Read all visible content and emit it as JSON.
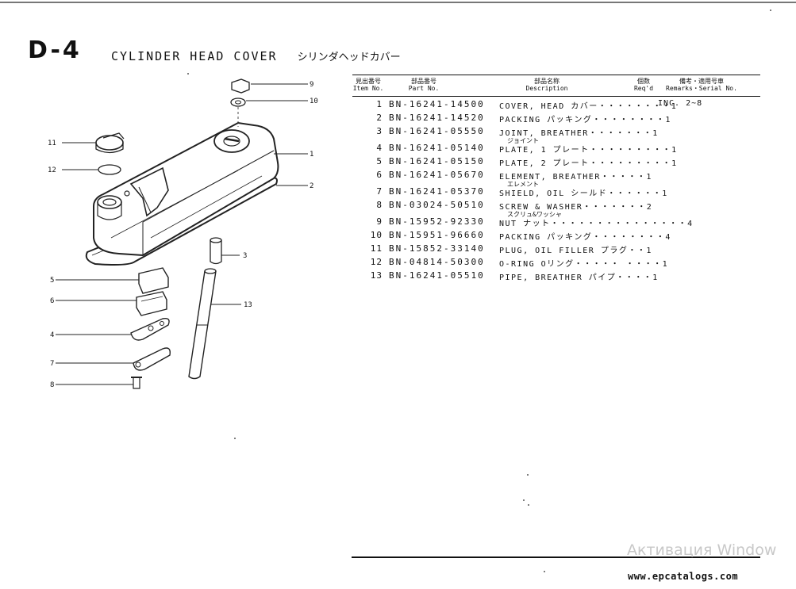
{
  "header": {
    "code": "D-4",
    "title": "CYLINDER HEAD COVER",
    "title_jp": "シリンダヘッドカバー"
  },
  "table": {
    "columns": {
      "item_jp": "見出番号",
      "item_en": "Item No.",
      "part_jp": "部品番号",
      "part_en": "Part No.",
      "desc_jp": "部品名称",
      "desc_en": "Description",
      "req_jp": "個数",
      "req_en": "Req'd",
      "rem_jp": "備考・適用号車",
      "rem_en": "Remarks・Serial No."
    },
    "rows": [
      {
        "item": "1",
        "part": "BN-16241-14500",
        "desc": "COVER, HEAD カバー・・・・・・・・1",
        "sub": "",
        "rem": "INC. 2~8"
      },
      {
        "item": "2",
        "part": "BN-16241-14520",
        "desc": "PACKING パッキング・・・・・・・・1",
        "sub": "",
        "rem": ""
      },
      {
        "item": "3",
        "part": "BN-16241-05550",
        "desc": "JOINT, BREATHER・・・・・・・1",
        "sub": "ジョイント",
        "rem": ""
      },
      {
        "item": "4",
        "part": "BN-16241-05140",
        "desc": "PLATE, 1 プレート・・・・・・・・・1",
        "sub": "",
        "rem": ""
      },
      {
        "item": "5",
        "part": "BN-16241-05150",
        "desc": "PLATE, 2 プレート・・・・・・・・・1",
        "sub": "",
        "rem": ""
      },
      {
        "item": "6",
        "part": "BN-16241-05670",
        "desc": "ELEMENT, BREATHER・・・・・1",
        "sub": "エレメント",
        "rem": ""
      },
      {
        "item": "7",
        "part": "BN-16241-05370",
        "desc": "SHIELD, OIL シールド・・・・・・1",
        "sub": "",
        "rem": ""
      },
      {
        "item": "8",
        "part": "BN-03024-50510",
        "desc": "SCREW & WASHER・・・・・・・2",
        "sub": "スクリュ&ワッシャ",
        "rem": ""
      },
      {
        "item": "9",
        "part": "BN-15952-92330",
        "desc": "NUT ナット・・・・・・・・・・・・・・・4",
        "sub": "",
        "rem": ""
      },
      {
        "item": "10",
        "part": "BN-15951-96660",
        "desc": "PACKING パッキング・・・・・・・・4",
        "sub": "",
        "rem": ""
      },
      {
        "item": "11",
        "part": "BN-15852-33140",
        "desc": "PLUG, OIL FILLER プラグ・・1",
        "sub": "",
        "rem": ""
      },
      {
        "item": "12",
        "part": "BN-04814-50300",
        "desc": "O-RING Oリング・・・・・ ・・・・1",
        "sub": "",
        "rem": ""
      },
      {
        "item": "13",
        "part": "BN-16241-05510",
        "desc": "PIPE, BREATHER パイプ・・・・1",
        "sub": "",
        "rem": ""
      }
    ]
  },
  "callouts": [
    "9",
    "10",
    "11",
    "1",
    "12",
    "2",
    "3",
    "5",
    "13",
    "6",
    "4",
    "7",
    "8"
  ],
  "watermark": "Активация Window",
  "footer": "www.epcatalogs.com"
}
